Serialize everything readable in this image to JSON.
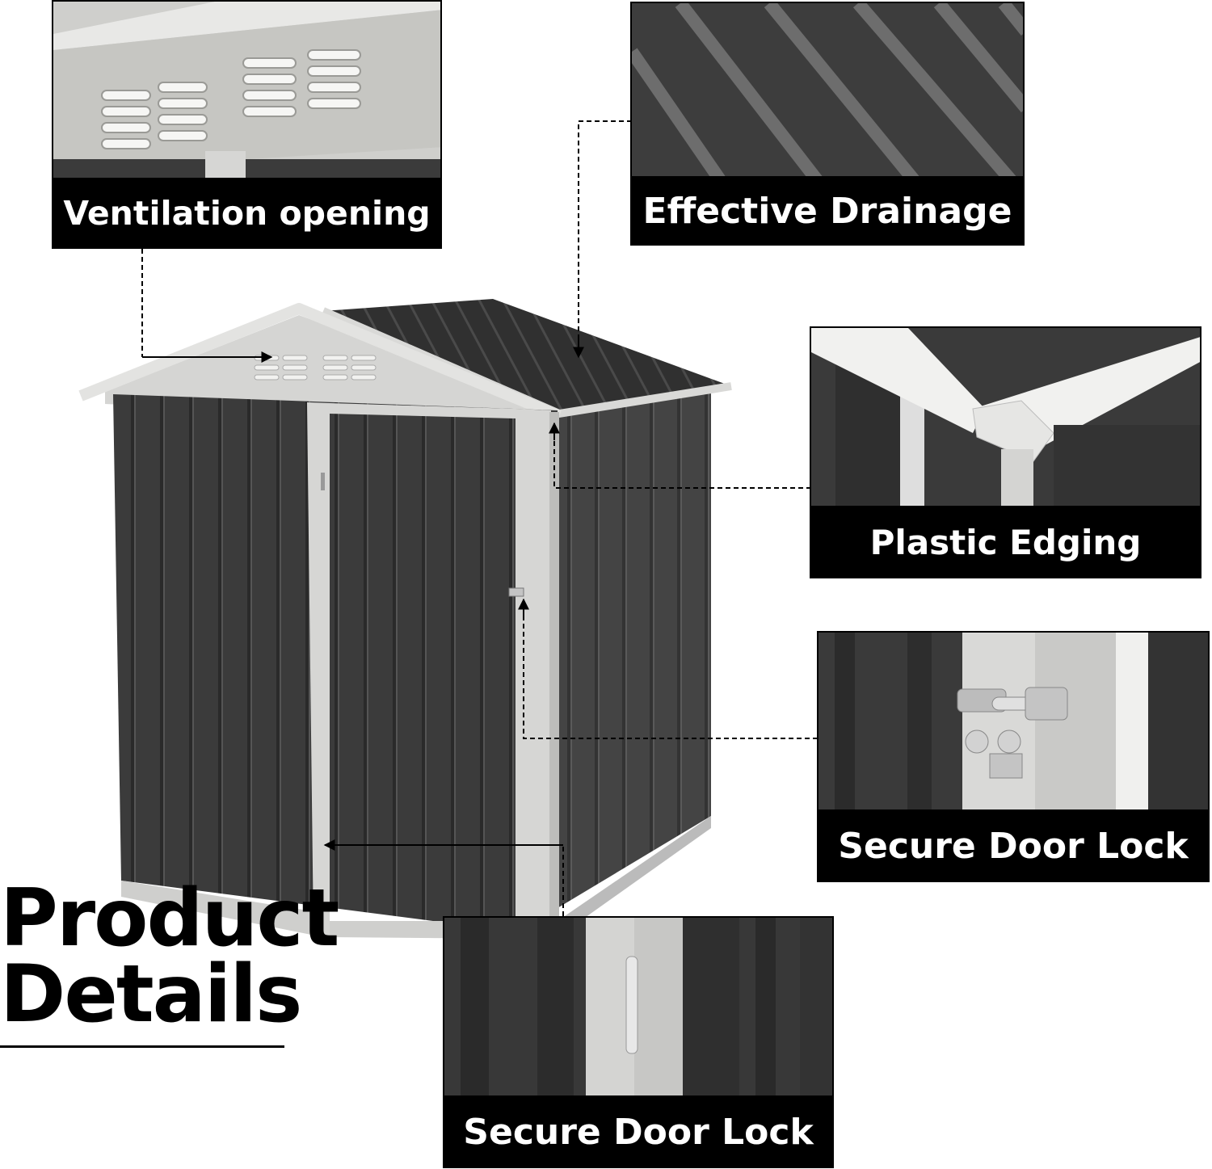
{
  "headline": {
    "line1": "Product",
    "line2": "Details"
  },
  "callouts": [
    {
      "id": "ventilation",
      "label": "Ventilation opening"
    },
    {
      "id": "drainage",
      "label": "Effective Drainage"
    },
    {
      "id": "edging",
      "label": "Plastic Edging"
    },
    {
      "id": "lock_side",
      "label": "Secure Door Lock"
    },
    {
      "id": "lock_front",
      "label": "Secure Door Lock"
    }
  ],
  "colors": {
    "panel_dark": "#3a3a3a",
    "trim_light": "#d8d8d6",
    "label_bg": "#000000",
    "label_text": "#ffffff"
  }
}
